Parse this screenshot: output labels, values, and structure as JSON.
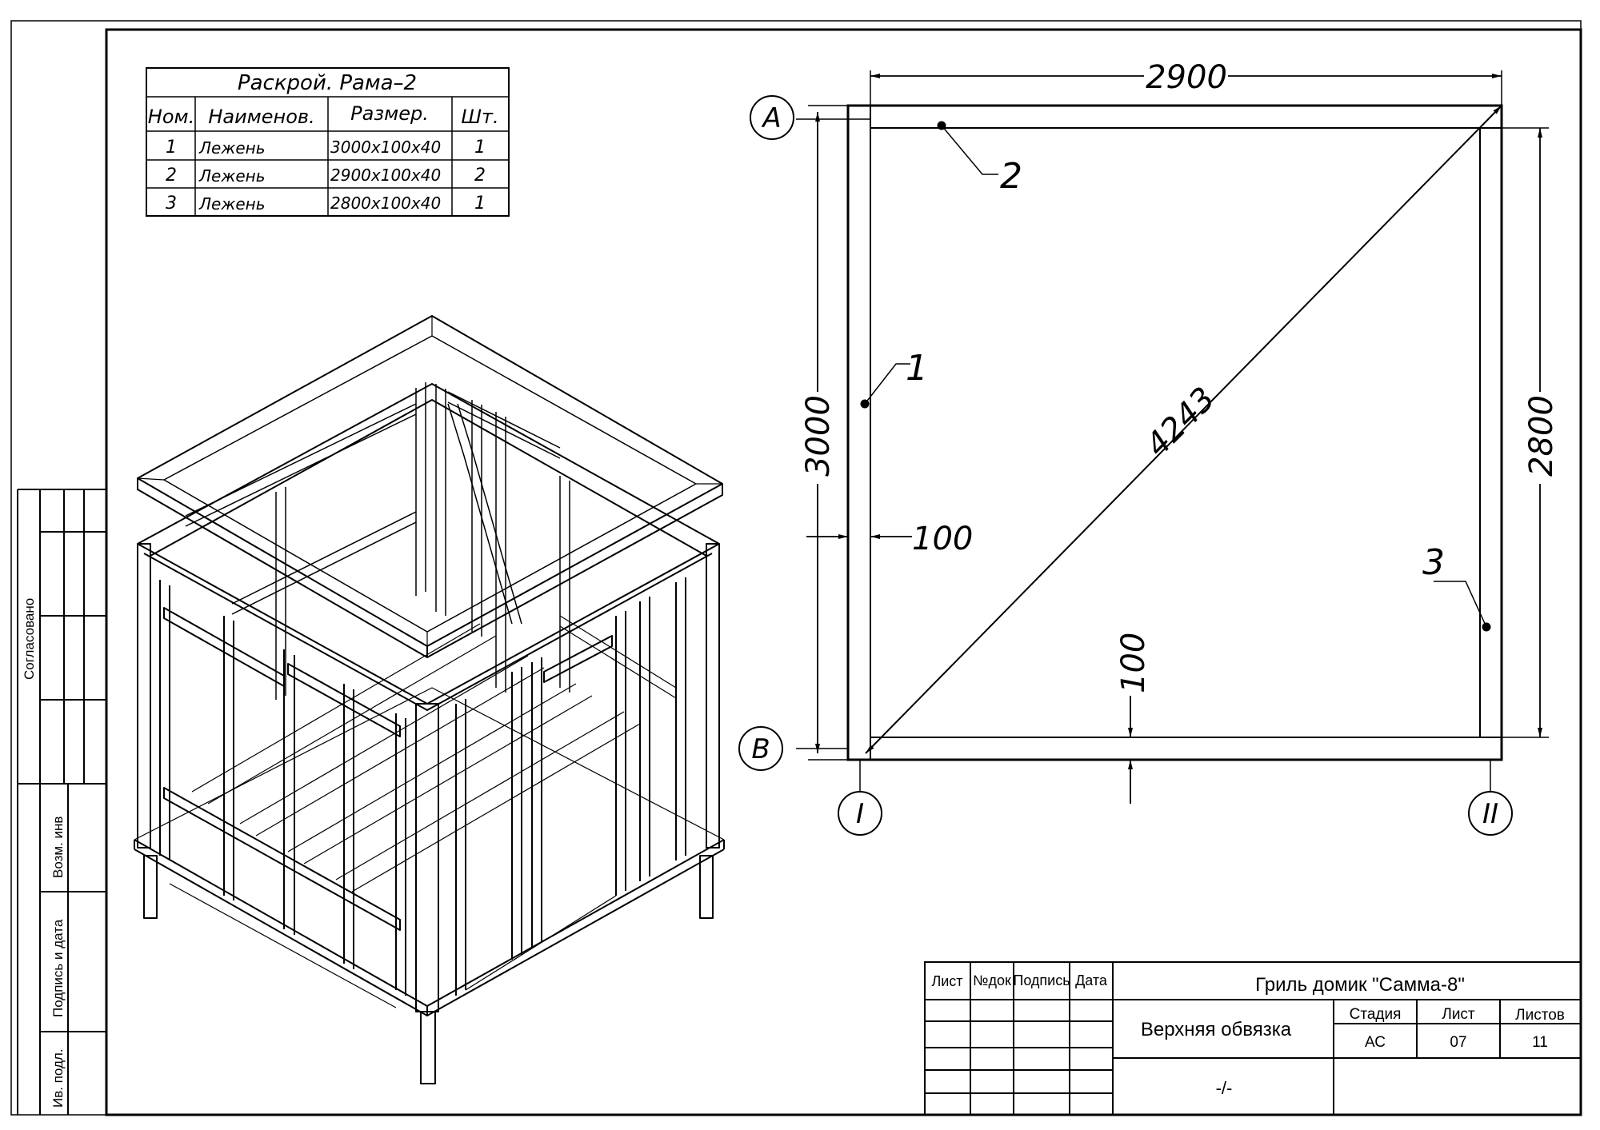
{
  "cut_table": {
    "title": "Раскрой.  Рама–2",
    "headers": [
      "Ном.",
      "Наименов.",
      "Размер.",
      "Шт."
    ],
    "rows": [
      {
        "num": "1",
        "name": "Лежень",
        "size": "3000x100x40",
        "qty": "1"
      },
      {
        "num": "2",
        "name": "Лежень",
        "size": "2900x100x40",
        "qty": "2"
      },
      {
        "num": "3",
        "name": "Лежень",
        "size": "2800x100x40",
        "qty": "1"
      }
    ]
  },
  "plan": {
    "dim_top": "2900",
    "dim_left": "3000",
    "dim_right": "2800",
    "dim_diagonal": "4243",
    "dim_thickness_left": "100",
    "dim_thickness_bottom": "100",
    "callout_1": "1",
    "callout_2": "2",
    "callout_3": "3",
    "axis_a": "А",
    "axis_b": "В",
    "axis_1": "I",
    "axis_2": "II"
  },
  "left_margin": {
    "agreed": "Согласовано",
    "inv_replace": "Возм. инв",
    "sign_date": "Подпись и дата",
    "inv_orig": "Ив. подл."
  },
  "title_block": {
    "headers": [
      "Лист",
      "№док",
      "Подпись",
      "Дата"
    ],
    "project": "Гриль домик \"Самма-8\"",
    "sheet_title": "Верхняя обвязка",
    "blank": "-/-",
    "stage_label": "Стадия",
    "sheet_label": "Лист",
    "sheets_label": "Листов",
    "stage": "АС",
    "sheet": "07",
    "sheets": "11"
  }
}
